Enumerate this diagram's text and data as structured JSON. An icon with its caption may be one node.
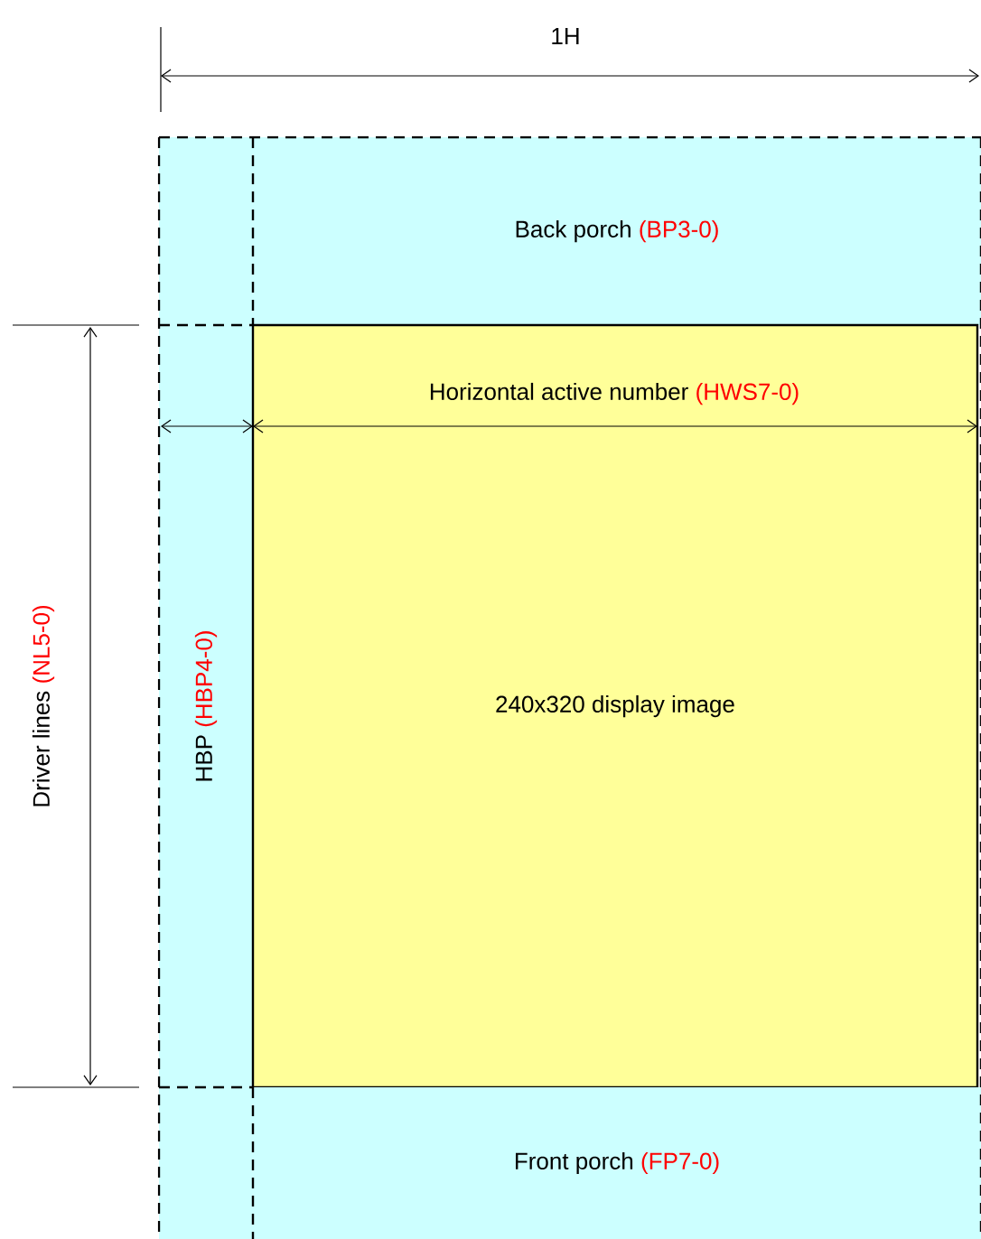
{
  "diagram": {
    "nodes": [
      {
        "text": [
          "Back porch",
          "(BP3-0)"
        ]
      },
      {
        "text": [
          "HBP",
          "(HBP4-0)"
        ]
      },
      {
        "text": [
          "240x320 display image"
        ]
      },
      {
        "text": [
          "Front porch",
          "(FP7-0)"
        ]
      }
    ],
    "labels": [
      "1H",
      "Horizontal active number",
      "(HWS7-0)",
      "Driver lines",
      "(NL5-0)"
    ]
  }
}
